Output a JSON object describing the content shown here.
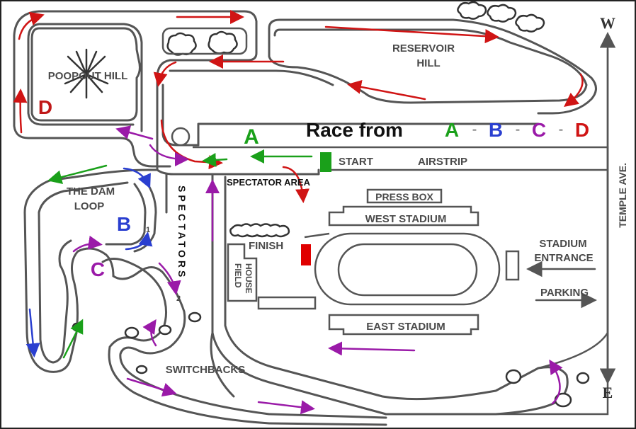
{
  "title": {
    "prefix": "Race from",
    "seq": [
      "A",
      "B",
      "C",
      "D"
    ],
    "separator": "-"
  },
  "colors": {
    "A": "#1aa01a",
    "B": "#2a3fd0",
    "C": "#9a1aa8",
    "D": "#d01414",
    "start_marker": "#1aa01a",
    "finish_marker": "#e00000",
    "road": "#555555",
    "text": "#4a4a4a"
  },
  "labels": {
    "poopout_hill": "POOPOUT HILL",
    "reservoir_line1": "RESERVOIR",
    "reservoir_line2": "HILL",
    "dam_line1": "THE DAM",
    "dam_line2": "LOOP",
    "spectators": "SPECTATORS",
    "spectator_area": "SPECTATOR AREA",
    "start": "START",
    "airstrip": "AIRSTRIP",
    "press_box": "PRESS BOX",
    "west_stadium": "WEST STADIUM",
    "east_stadium": "EAST STADIUM",
    "finish": "FINISH",
    "field_line1": "FIELD",
    "field_line2": "HOUSE",
    "stadium_entrance_line1": "STADIUM",
    "stadium_entrance_line2": "ENTRANCE",
    "parking": "PARKING",
    "switchbacks": "SWITCHBACKS",
    "temple_ave": "TEMPLE AVE.",
    "west": "W",
    "east": "E",
    "mark_1": "1",
    "mark_2": "2"
  },
  "checkpoints": {
    "A": "A",
    "B": "B",
    "C": "C",
    "D": "D"
  }
}
